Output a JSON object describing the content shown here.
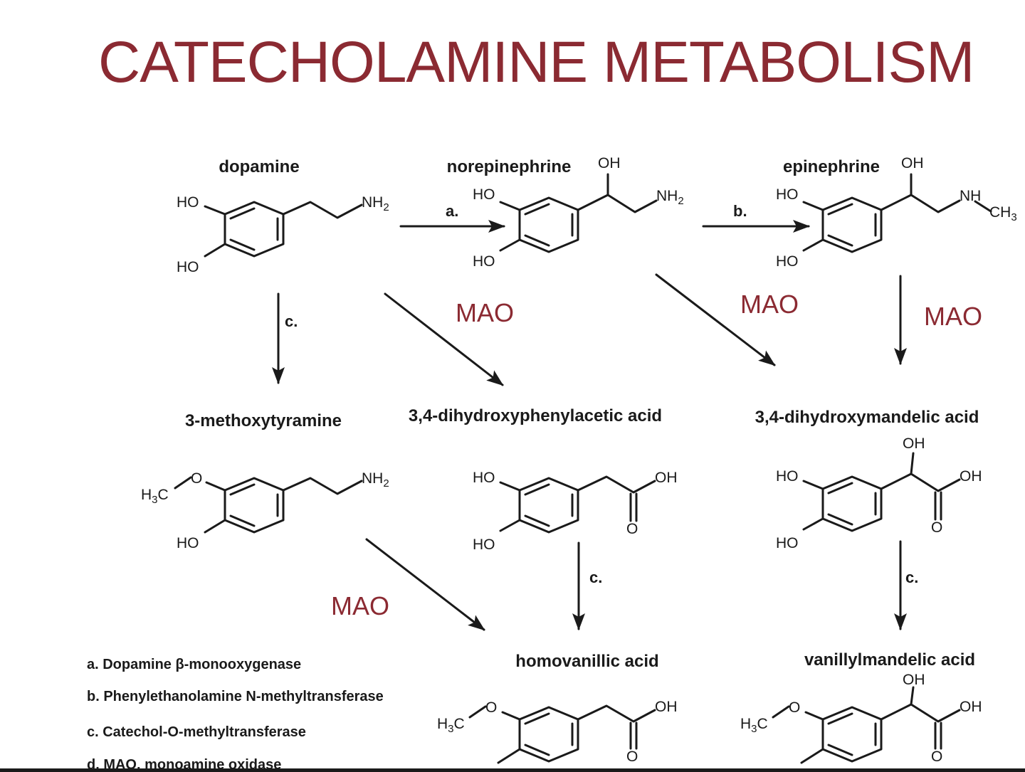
{
  "slide": {
    "title": "CATECHOLAMINE METABOLISM",
    "accent_color": "#8b2a32",
    "text_color": "#1a1a1a"
  },
  "compounds": {
    "dopamine": "dopamine",
    "norepinephrine": "norepinephrine",
    "epinephrine": "epinephrine",
    "methoxytyramine": "3-methoxytyramine",
    "dopac": "3,4-dihydroxyphenylacetic acid",
    "dhma": "3,4-dihydroxymandelic acid",
    "hva": "homovanillic acid",
    "vma": "vanillylmandelic acid"
  },
  "atoms": {
    "ho": "HO",
    "oh": "OH",
    "nh2_main": "NH",
    "nh2_sub": "2",
    "nh": "NH",
    "ch3_main": "CH",
    "ch3_sub": "3",
    "h3c_h": "H",
    "h3c_sub": "3",
    "h3c_c": "C",
    "o": "O"
  },
  "reaction_labels": {
    "a": "a.",
    "b": "b.",
    "c": "c.",
    "mao": "MAO"
  },
  "legend": [
    "a. Dopamine β-monooxygenase",
    "b. Phenylethanolamine N-methyltransferase",
    "c. Catechol-O-methyltransferase",
    "d. MAO, monoamine oxidase"
  ]
}
